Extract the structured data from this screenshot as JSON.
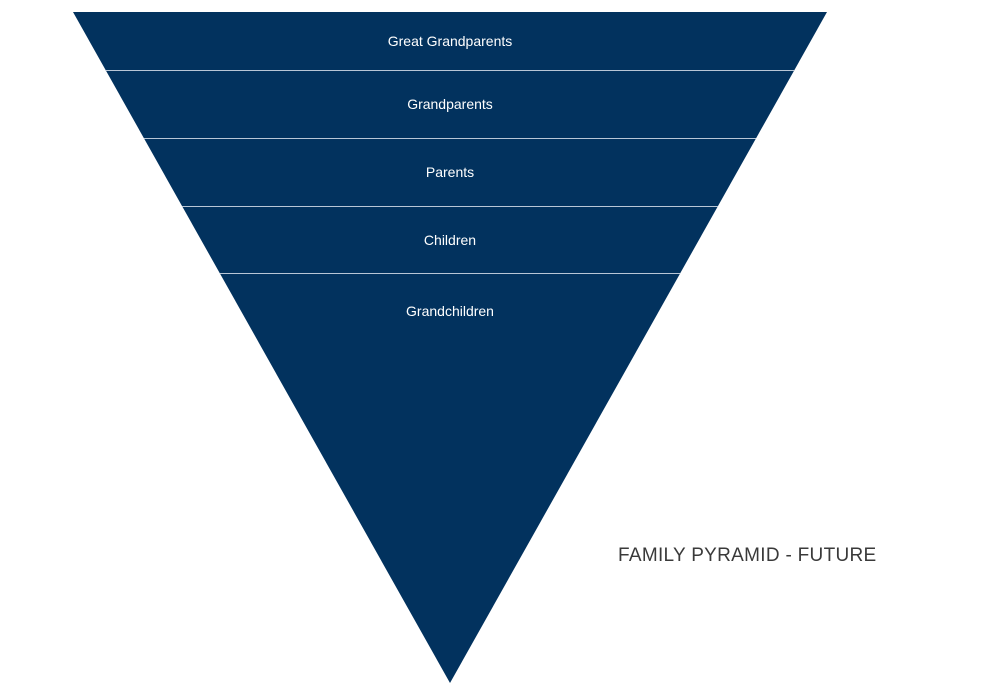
{
  "caption": "FAMILY PYRAMID - FUTURE",
  "colors": {
    "fill": "#02325e",
    "divider": "#b8c6d6",
    "text": "#ffffff",
    "caption": "#3a3a3a"
  },
  "tiers": [
    {
      "label": "Great Grandparents"
    },
    {
      "label": "Grandparents"
    },
    {
      "label": "Parents"
    },
    {
      "label": "Children"
    },
    {
      "label": "Grandchildren"
    }
  ]
}
